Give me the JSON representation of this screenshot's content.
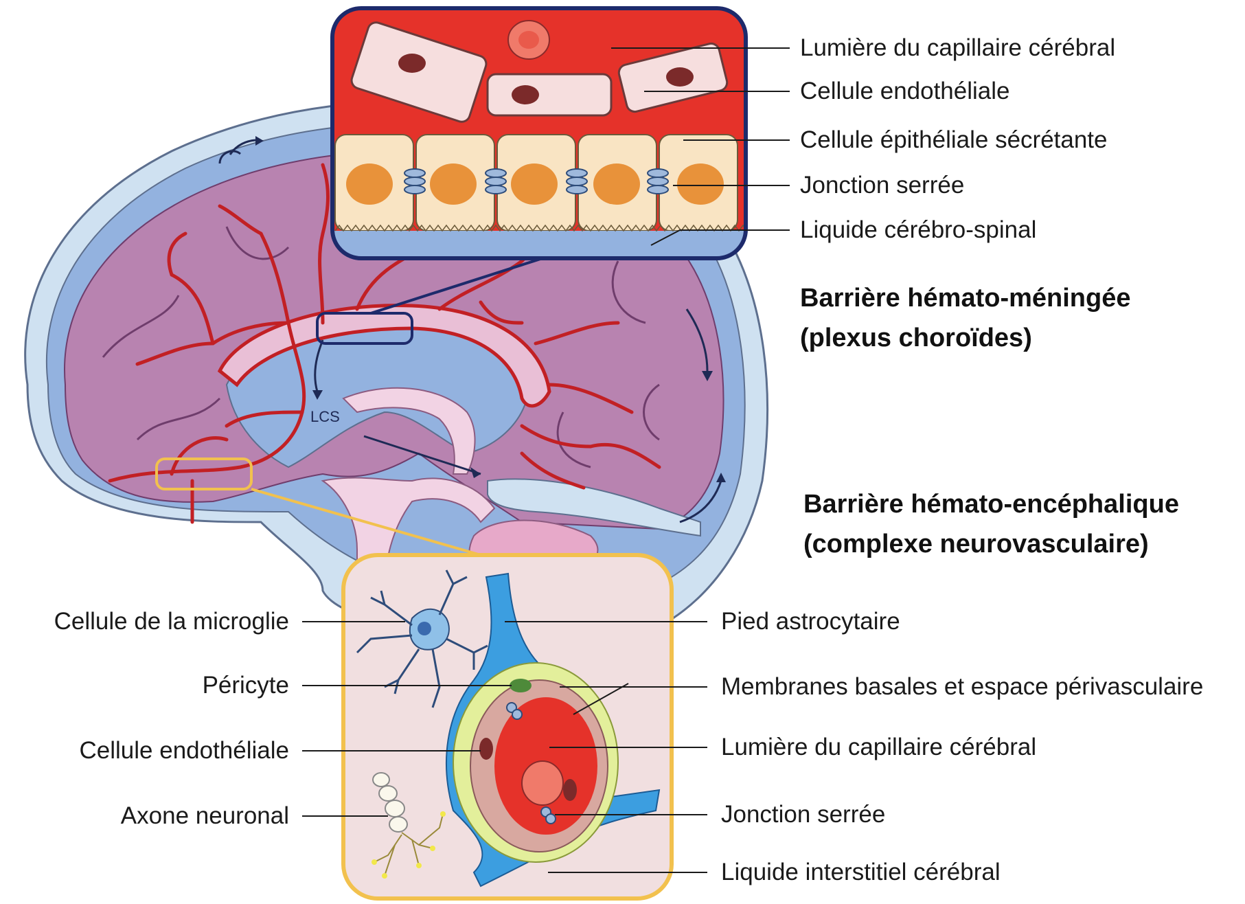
{
  "colors": {
    "capillary_blood": "#e5322a",
    "endothelial_cell": "#f6dede",
    "epithelial_cell": "#f9e4c3",
    "epithelial_nucleus": "#e8923a",
    "tight_junction": "#9fb9dc",
    "csf": "#93b2df",
    "brain_tissue": "#b883b0",
    "meninges": "#cfe1f1",
    "zoom_frame_top": "#1d2a6b",
    "zoom_frame_bottom": "#f2c14e",
    "astrocyte_foot": "#3c9ee0",
    "basal_membrane": "#e3ef9b",
    "interstitial_bg": "#f1dfe0"
  },
  "lcs_label": "LCS",
  "top_labels": [
    "Lumière du capillaire cérébral",
    "Cellule endothéliale",
    "Cellule épithéliale sécrétante",
    "Jonction serrée",
    "Liquide cérébro-spinal"
  ],
  "barrier_meningeal": {
    "line1": "Barrière hémato-méningée",
    "line2": "(plexus choroïdes)"
  },
  "barrier_encephalic": {
    "line1": "Barrière hémato-encéphalique",
    "line2": "(complexe neurovasculaire)"
  },
  "bottom_left_labels": [
    "Cellule de la microglie",
    "Péricyte",
    "Cellule endothéliale",
    "Axone neuronal"
  ],
  "bottom_right_labels": [
    "Pied astrocytaire",
    "Membranes basales et espace périvasculaire",
    "Lumière du capillaire cérébral",
    "Jonction serrée",
    "Liquide interstitiel cérébral"
  ]
}
